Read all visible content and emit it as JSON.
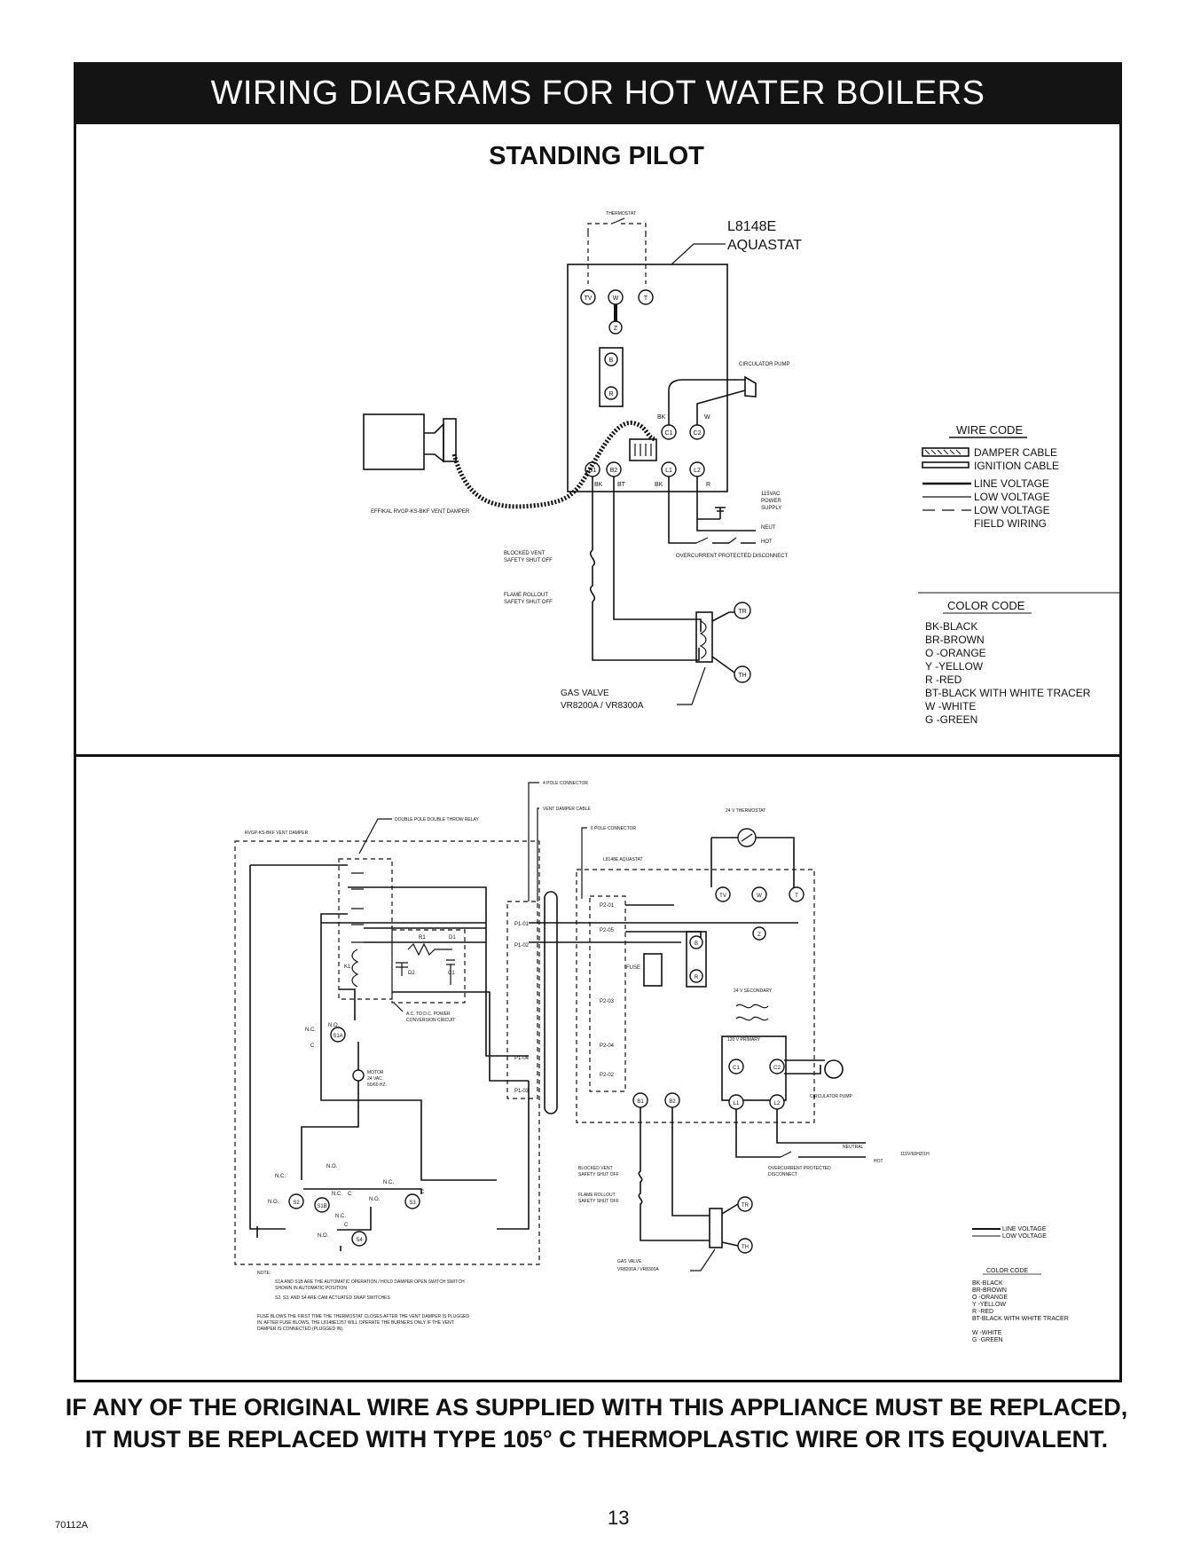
{
  "header": {
    "title": "WIRING DIAGRAMS FOR HOT WATER BOILERS"
  },
  "top_diagram": {
    "subtitle": "STANDING PILOT",
    "thermostat": "THERMOSTAT",
    "aquastat_model": "L8148E",
    "aquastat_label": "AQUASTAT",
    "terminals_top": [
      "TV",
      "W",
      "T"
    ],
    "terminal_z": "Z",
    "terminal_b": "B",
    "terminal_r": "R",
    "terminals_c": [
      "C1",
      "C2"
    ],
    "terminals_bottom": [
      "B1",
      "B2",
      "L1",
      "L2"
    ],
    "wire_marks": [
      "BK",
      "BT",
      "BK",
      "R",
      "BK",
      "W"
    ],
    "circulator": "CIRCULATOR PUMP",
    "damper_label": "EFFIKAL RVGP-KS-BKF VENT DAMPER",
    "power": [
      "115VAC",
      "POWER",
      "SUPPLY"
    ],
    "neut": "NEUT",
    "hot": "HOT",
    "disconnect": "OVERCURRENT PROTECTED DISCONNECT",
    "blocked_vent": [
      "BLOCKED VENT",
      "SAFETY SHUT OFF"
    ],
    "flame_rollout": [
      "FLAME ROLLOUT",
      "SAFETY SHUT OFF"
    ],
    "gas_valve": [
      "GAS VALVE",
      "VR8200A / VR8300A"
    ],
    "tr": "TR",
    "th": "TH"
  },
  "wire_code": {
    "title": "WIRE CODE",
    "items": [
      "DAMPER CABLE",
      "IGNITION CABLE",
      "LINE VOLTAGE",
      "LOW VOLTAGE",
      "LOW VOLTAGE",
      "FIELD WIRING"
    ]
  },
  "color_code": {
    "title": "COLOR CODE",
    "items": [
      "BK-BLACK",
      "BR-BROWN",
      "O -ORANGE",
      "Y -YELLOW",
      "R -RED",
      "BT-BLACK WITH WHITE TRACER",
      "W -WHITE",
      "G -GREEN"
    ]
  },
  "bottom_diagram": {
    "four_pole": "4 POLE CONNECTOR",
    "vent_damper_cable": "VENT DAMPER CABLE",
    "six_pole": "6 POLE CONNECTOR",
    "relay": "DOUBLE POLE DOUBLE THROW RELAY",
    "damper": "RVGP-KS-BKF VENT DAMPER",
    "aquastat": "L8148E AQUASTAT",
    "thermostat": "24 V THERMOSTAT",
    "p1": [
      "P1-01",
      "P1-02",
      "P1-04",
      "P1-03"
    ],
    "p2": [
      "P2-01",
      "P2-05",
      "P2-03",
      "P2-04",
      "P2-02"
    ],
    "r1": "R1",
    "d1": "D1",
    "d2": "D2",
    "c1": "C1",
    "k1": "K1",
    "acdc": [
      "A.C. TO D.C. POWER",
      "CONVERSION CIRCUIT"
    ],
    "motor": [
      "MOTOR",
      "24 VAC",
      "50/60 HZ."
    ],
    "fuse": "FUSE",
    "secondary": "24 V SECONDARY",
    "primary": "120 V PRIMARY",
    "circulator": "CIRCULATOR PUMP",
    "neutral": "NEUTRAL",
    "hot": "HOT",
    "supply": "115V/60HZ/1H",
    "disconnect": [
      "OVERCURRENT PROTECTED",
      "DISCONNECT"
    ],
    "blocked_vent": [
      "BLOCKED VENT",
      "SAFETY SHUT OFF"
    ],
    "flame_rollout": [
      "FLAME ROLLOUT",
      "SAFETY SHUT OFF"
    ],
    "gas_valve": [
      "GAS VALVE",
      "VR8200A / VR8300A"
    ],
    "switches": [
      "S1A",
      "S1B",
      "S2",
      "S3",
      "S4"
    ],
    "nc": "N.C.",
    "no": "N.O.",
    "c": "C",
    "notes_title": "NOTE:",
    "notes": [
      "S1A AND S1B ARE THE AUTOMATIC OPERATION / HOLD DAMPER OPEN SWITCH SWITCH",
      "SHOWN IN AUTOMATIC POSITION",
      "S2, S3, AND S4 ARE CAM ACTUATED SNAP SWITCHES",
      "FUSE BLOWS THE FIRST TIME THE THERMOSTAT CLOSES AFTER THE VENT DAMPER IS PLUGGED",
      "IN. AFTER FUSE BLOWS, THE L8148E1257 WILL OPERATE THE BURNERS ONLY IF THE VENT",
      "DAMPER IS CONNECTED (PLUGGED IN)."
    ]
  },
  "wire_code_small": {
    "items": [
      "LINE VOLTAGE",
      "LOW VOLTAGE"
    ]
  },
  "color_code_small": {
    "title": "COLOR CODE",
    "items": [
      "BK-BLACK",
      "BR-BROWN",
      "O -ORANGE",
      "Y -YELLOW",
      "R -RED",
      "BT-BLACK WITH WHITE TRACER",
      "W -WHITE",
      "G -GREEN"
    ]
  },
  "warning": {
    "line1": "IF ANY OF THE ORIGINAL WIRE AS SUPPLIED WITH THIS APPLIANCE MUST BE REPLACED,",
    "line2": "IT MUST BE REPLACED WITH TYPE 105° C THERMOPLASTIC WIRE OR ITS EQUIVALENT."
  },
  "footer": {
    "doc_number": "70112A",
    "page_number": "13"
  }
}
